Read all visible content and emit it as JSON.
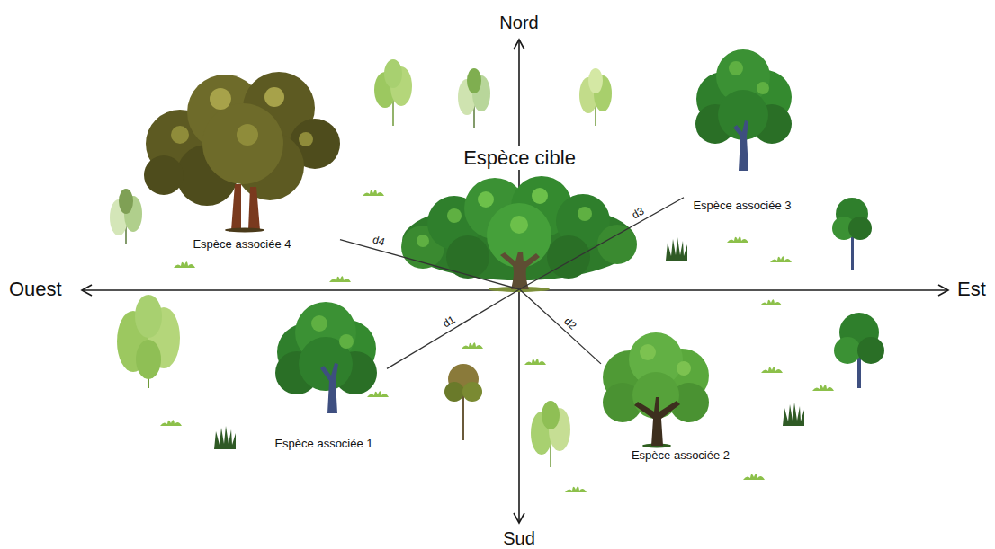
{
  "diagram": {
    "nodes": [
      {
        "text": [
          "Espèce cible"
        ]
      },
      {
        "text": [
          "Espèce associée 1"
        ]
      },
      {
        "text": [
          "Espèce associée 2"
        ]
      },
      {
        "text": [
          "Espèce associée 3"
        ]
      },
      {
        "text": [
          "Espèce associée 4"
        ]
      }
    ],
    "edges": [
      {
        "from": 0,
        "to": 1,
        "arrow": "none",
        "label": "d1"
      },
      {
        "from": 0,
        "to": 2,
        "arrow": "none",
        "label": "d2"
      },
      {
        "from": 0,
        "to": 3,
        "arrow": "none",
        "label": "d3"
      },
      {
        "from": 0,
        "to": 4,
        "arrow": "none",
        "label": "d4"
      }
    ],
    "labels": [
      "Nord",
      "Ouest",
      "Est",
      "Sud"
    ]
  }
}
